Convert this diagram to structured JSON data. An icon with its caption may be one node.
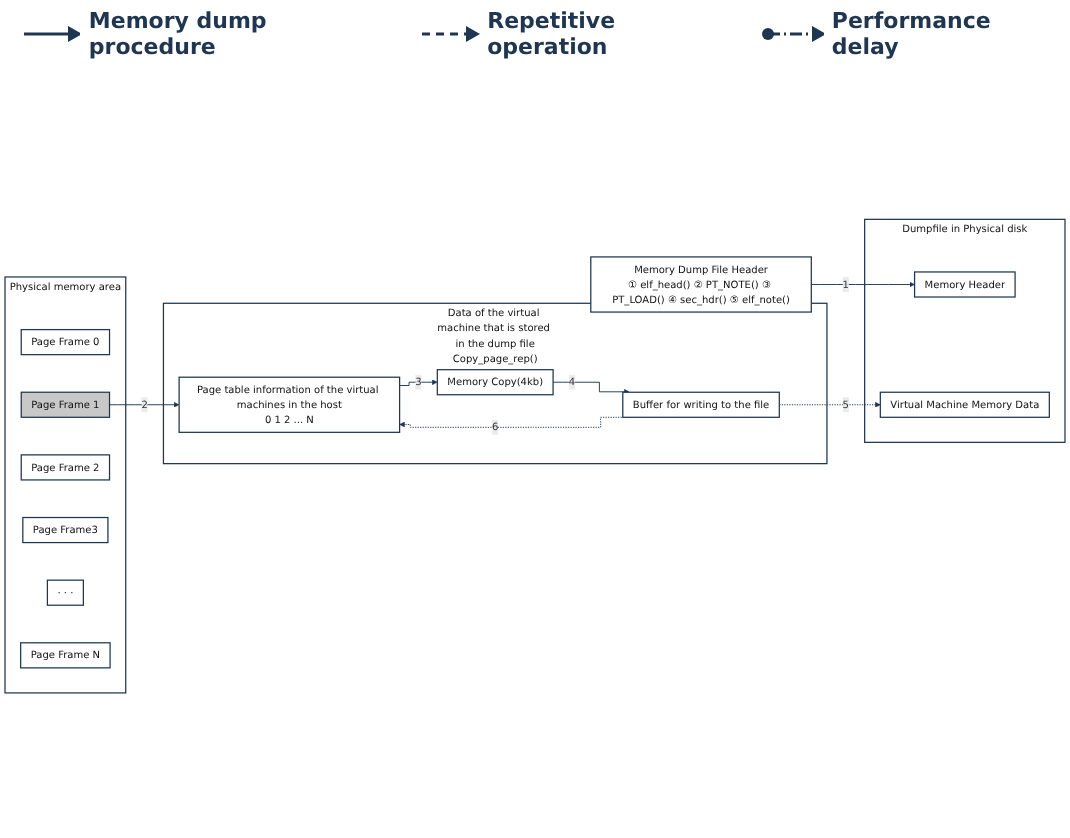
{
  "diagram": {
    "nodes": [
      {
        "text": [
          "Memory Dump File Header",
          "① elf_head() ② PT_NOTE() ③ PT_LOAD() ④ sec_hdr() ⑤ elf_note()"
        ]
      },
      {
        "text": [
          "Dumpfile in Physical disk"
        ]
      },
      {
        "text": [
          "Memory Header"
        ],
        "in": 1
      },
      {
        "text": [
          "Virtual Machine Memory Data"
        ],
        "in": 1
      },
      {
        "text": [
          "Data of the virtual machine that is stored in the dump file",
          "Copy_page_rep()"
        ]
      },
      {
        "text": [
          "Page table information of the virtual machines in the host",
          "0 1 2 ... N"
        ],
        "in": 4
      },
      {
        "text": [
          "Memory Copy(4kb)"
        ],
        "in": 4
      },
      {
        "text": [
          "Buffer for writing to the file"
        ],
        "in": 4
      },
      {
        "text": [
          "Physical memory area"
        ]
      },
      {
        "text": [
          "Page Frame 0"
        ],
        "in": 8
      },
      {
        "text": [
          "Page Frame 1"
        ],
        "in": 8
      },
      {
        "text": [
          "Page Frame 2"
        ],
        "in": 8
      },
      {
        "text": [
          "Page Frame3"
        ],
        "in": 8
      },
      {
        "text": [
          "· · ·"
        ],
        "in": 8
      },
      {
        "text": [
          "Page Frame N"
        ],
        "in": 8
      }
    ],
    "edges": [
      {
        "from": 0,
        "to": 2,
        "arrow": "to",
        "label": "1"
      },
      {
        "from": 10,
        "to": 5,
        "arrow": "to",
        "label": "2"
      },
      {
        "from": 5,
        "to": 6,
        "arrow": "to",
        "label": "3"
      },
      {
        "from": 6,
        "to": 7,
        "arrow": "to",
        "label": "4"
      },
      {
        "from": 7,
        "to": 3,
        "arrow": "to",
        "label": "5",
        "style": "dashed"
      },
      {
        "from": 7,
        "to": 5,
        "arrow": "to",
        "label": "6",
        "style": "dashed"
      }
    ],
    "legend": [
      {
        "text": "Memory dump procedure"
      },
      {
        "text": "Repetitive operation"
      },
      {
        "text": "Performance delay"
      }
    ]
  }
}
